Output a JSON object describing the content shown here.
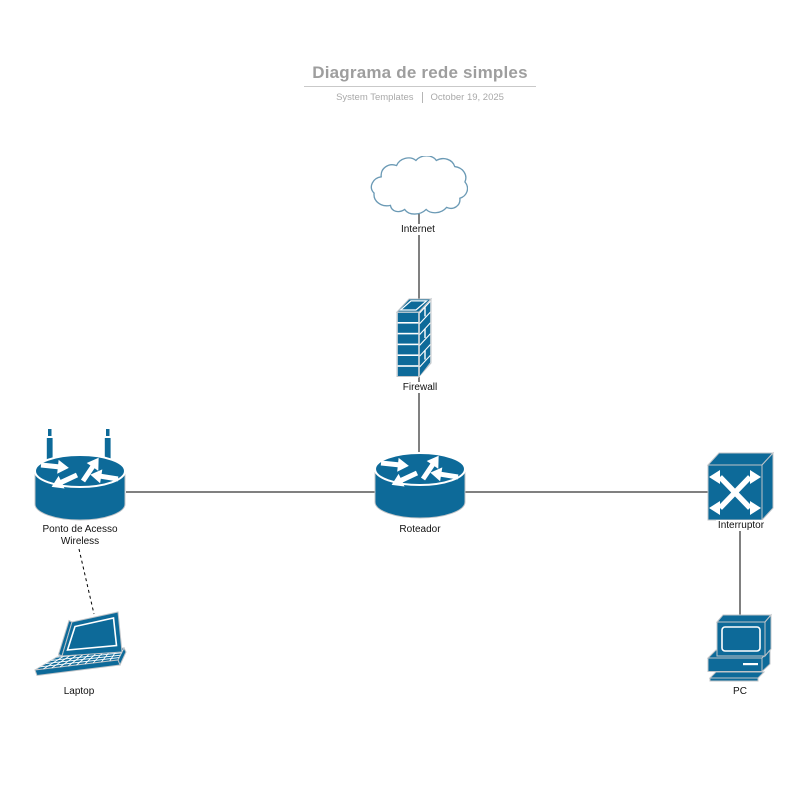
{
  "header": {
    "title": "Diagrama de rede simples",
    "subtitle_left": "System Templates",
    "subtitle_right": "October 19, 2025"
  },
  "colors": {
    "canvas_bg": "#ffffff",
    "node_fill": "#0d6a99",
    "node_outline": "#c0c4c8",
    "cloud_stroke": "#6b9ab5",
    "connector": "#000000",
    "title_text": "#9e9e9e",
    "subtitle_text": "#a9a9a9",
    "label_text": "#111111"
  },
  "nodes": [
    {
      "id": "internet",
      "type": "cloud",
      "label": "Internet"
    },
    {
      "id": "firewall",
      "type": "firewall",
      "label": "Firewall"
    },
    {
      "id": "router",
      "type": "router",
      "label": "Roteador"
    },
    {
      "id": "access-point",
      "type": "wireless-access-point",
      "label": "Ponto de Acesso Wireless",
      "label_lines": [
        "Ponto de Acesso",
        "Wireless"
      ]
    },
    {
      "id": "switch",
      "type": "switch",
      "label": "Interruptor"
    },
    {
      "id": "laptop",
      "type": "laptop",
      "label": "Laptop"
    },
    {
      "id": "pc",
      "type": "pc",
      "label": "PC"
    }
  ],
  "edges": [
    {
      "from": "internet",
      "to": "firewall",
      "style": "solid"
    },
    {
      "from": "firewall",
      "to": "router",
      "style": "solid"
    },
    {
      "from": "access-point",
      "to": "router",
      "style": "solid"
    },
    {
      "from": "router",
      "to": "switch",
      "style": "solid"
    },
    {
      "from": "switch",
      "to": "pc",
      "style": "solid"
    },
    {
      "from": "access-point",
      "to": "laptop",
      "style": "dashed"
    }
  ]
}
